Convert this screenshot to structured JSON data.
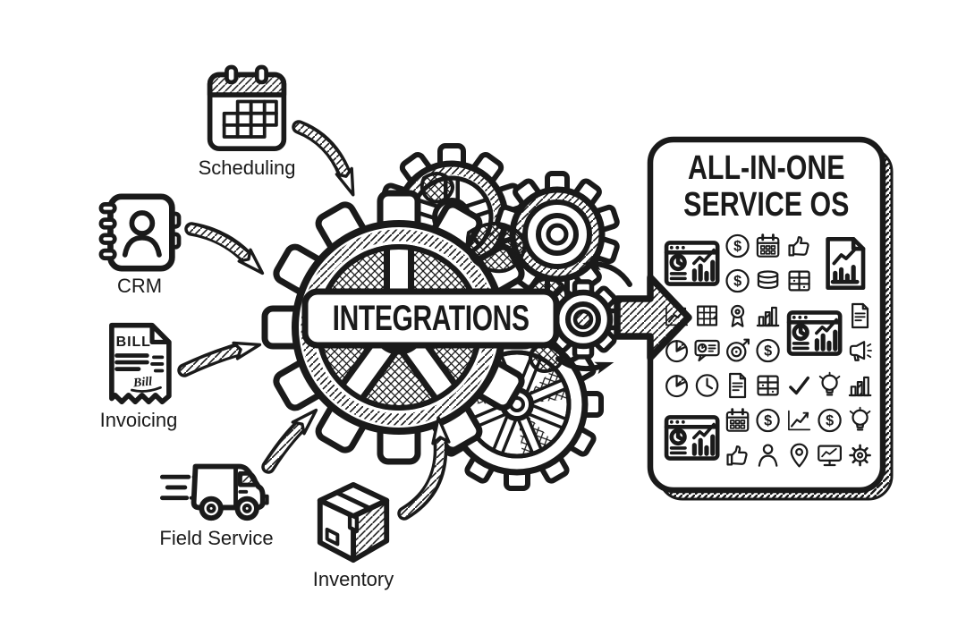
{
  "background": "#ffffff",
  "ink": "#1a1a1a",
  "sources": [
    {
      "label": "Scheduling"
    },
    {
      "label": "CRM"
    },
    {
      "label": "Invoicing"
    },
    {
      "label": "Field Service"
    },
    {
      "label": "Inventory"
    }
  ],
  "banner": {
    "label": "INTEGRATIONS"
  },
  "invoice_icon": {
    "header": "BILL",
    "signature": "Bill"
  },
  "coin_icon": {
    "currency_symbol": "$"
  },
  "panel": {
    "title_line1": "ALL-IN-ONE",
    "title_line2": "SERVICE OS",
    "icons": [
      {
        "icon": "dashboard",
        "span": 2,
        "row": 1,
        "col": 1
      },
      {
        "icon": "docchart",
        "span": 2,
        "row": 1,
        "col": 6
      },
      {
        "icon": "dashboard",
        "span": 2,
        "row": 3,
        "col": 5
      },
      {
        "icon": "dashboard",
        "span": 2,
        "row": 6,
        "col": 1
      },
      {
        "icon": "coin"
      },
      {
        "icon": "cal"
      },
      {
        "icon": "thumb"
      },
      {
        "icon": "coin"
      },
      {
        "icon": "cash"
      },
      {
        "icon": "table"
      },
      {
        "icon": "trend"
      },
      {
        "icon": "grid9"
      },
      {
        "icon": "badge"
      },
      {
        "icon": "bars"
      },
      {
        "icon": "doc"
      },
      {
        "icon": "pie"
      },
      {
        "icon": "bubblepie"
      },
      {
        "icon": "target"
      },
      {
        "icon": "coin"
      },
      {
        "icon": "mega"
      },
      {
        "icon": "pie"
      },
      {
        "icon": "clock"
      },
      {
        "icon": "doc"
      },
      {
        "icon": "table"
      },
      {
        "icon": "check"
      },
      {
        "icon": "bulb"
      },
      {
        "icon": "bars"
      },
      {
        "icon": "cal"
      },
      {
        "icon": "coin"
      },
      {
        "icon": "trend"
      },
      {
        "icon": "coin"
      },
      {
        "icon": "bulb"
      },
      {
        "icon": "thumb"
      },
      {
        "icon": "person"
      },
      {
        "icon": "pin"
      },
      {
        "icon": "monitor"
      },
      {
        "icon": "gear"
      }
    ]
  }
}
